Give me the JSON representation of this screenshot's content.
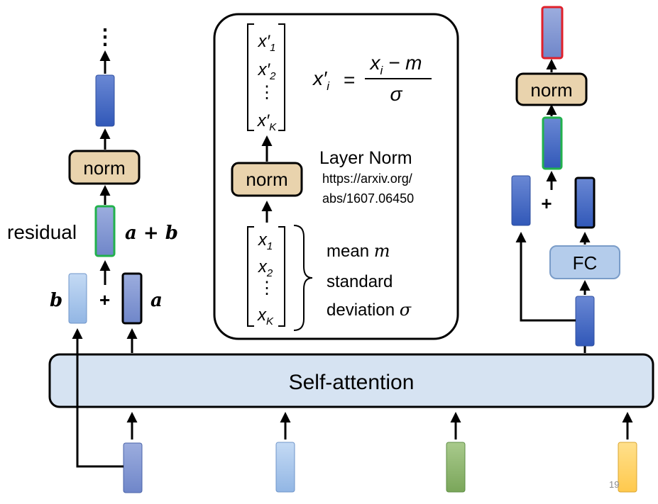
{
  "colors": {
    "vector_dark": "#3f64c0",
    "vector_mid": "#7f93d0",
    "vector_light": "#a9c6ea",
    "vector_green": "#8fb572",
    "vector_yellow": "#ffd36b",
    "norm_fill": "#e9d3ad",
    "attention_fill": "#d6e3f2",
    "fc_fill": "#b4cceb",
    "highlight_green": "#22b14c",
    "highlight_red": "#e0202a"
  },
  "self_attention": {
    "label": "Self-attention"
  },
  "left_panel": {
    "dots": "⋮",
    "norm_label": "norm",
    "residual_label": "residual",
    "sum_label": "a + b",
    "b_label": "b",
    "a_label": "a",
    "plus": "+"
  },
  "center_panel": {
    "output_vector": [
      "x′1",
      "x′2",
      "⋮",
      "x′K"
    ],
    "formula": "x′i = (xi − m) / σ",
    "formula_lhs": "x′",
    "formula_lhs_sub": "i",
    "formula_num": "x",
    "formula_num_sub": "i",
    "formula_num_rest": " − m",
    "formula_den": "σ",
    "norm_label": "norm",
    "layer_norm_title": "Layer Norm",
    "layer_norm_url_line1": "https://arxiv.org/",
    "layer_norm_url_line2": "abs/1607.06450",
    "input_vector": [
      "x1",
      "x2",
      "⋮",
      "xK"
    ],
    "mean_label": "mean m",
    "std_label_line1": "standard",
    "std_label_line2": "deviation σ"
  },
  "right_panel": {
    "norm_label": "norm",
    "fc_label": "FC",
    "plus": "+"
  },
  "page_number": "19"
}
